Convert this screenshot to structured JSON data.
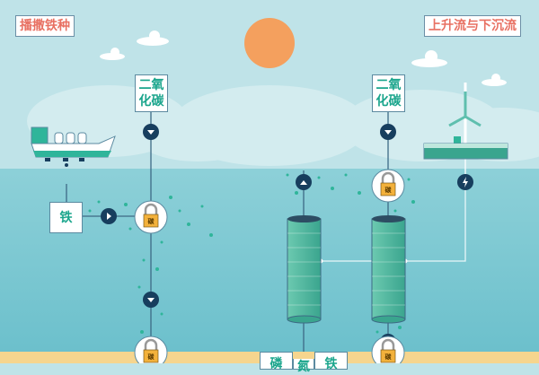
{
  "titles": {
    "left": "播撒铁种",
    "right": "上升流与下沉流"
  },
  "labels": {
    "co2_left": "二氧化碳",
    "co2_right": "二氧化碳",
    "iron": "铁",
    "carbon": "碳",
    "phosphorus": "磷",
    "nitrogen": "氮",
    "iron_bottom": "铁"
  },
  "colors": {
    "sky": "#bfe3e8",
    "sea": "#86cdd6",
    "sand": "#f6d58e",
    "sun": "#f4a05e",
    "navy": "#173e5e",
    "teal": "#2fb59a"
  }
}
